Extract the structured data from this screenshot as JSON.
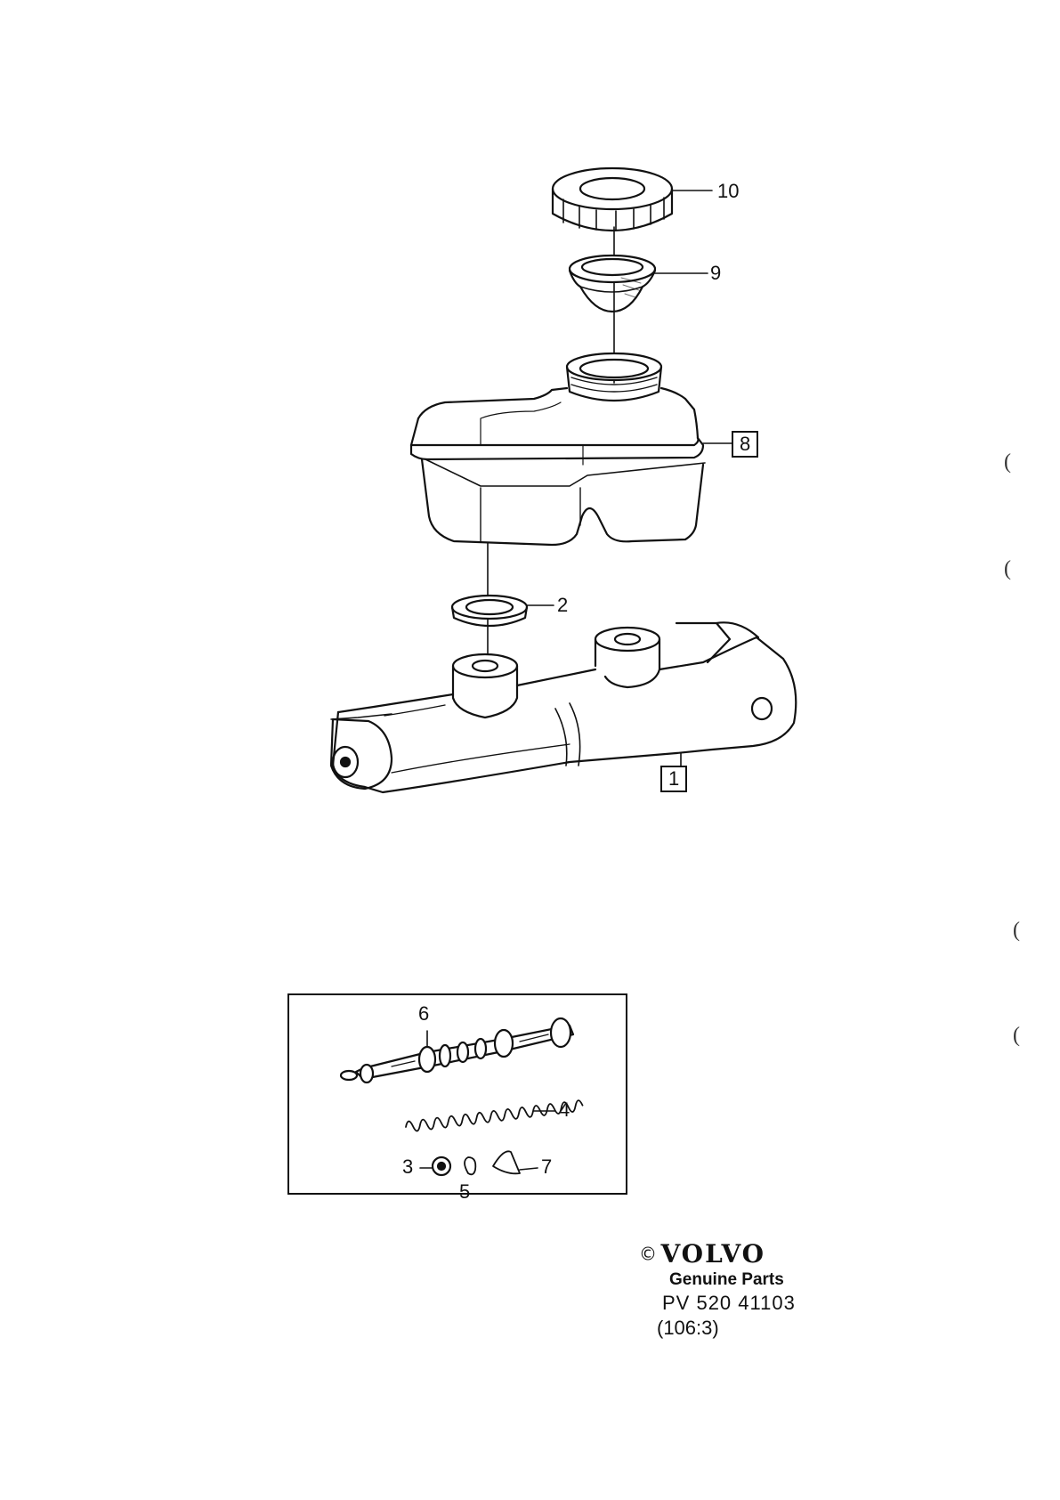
{
  "callouts": {
    "c10": "10",
    "c9": "9",
    "c8": "8",
    "c2": "2",
    "c1": "1",
    "c6": "6",
    "c4": "4",
    "c7": "7",
    "c3": "3",
    "c5": "5"
  },
  "footer": {
    "copyright": "©",
    "brand": "VOLVO",
    "genuine": "Genuine Parts",
    "part_number": "PV 520  41103",
    "reference": "(106:3)"
  },
  "margin_marks": {
    "m1": "(",
    "m2": "(",
    "m3": "(",
    "m4": "("
  }
}
